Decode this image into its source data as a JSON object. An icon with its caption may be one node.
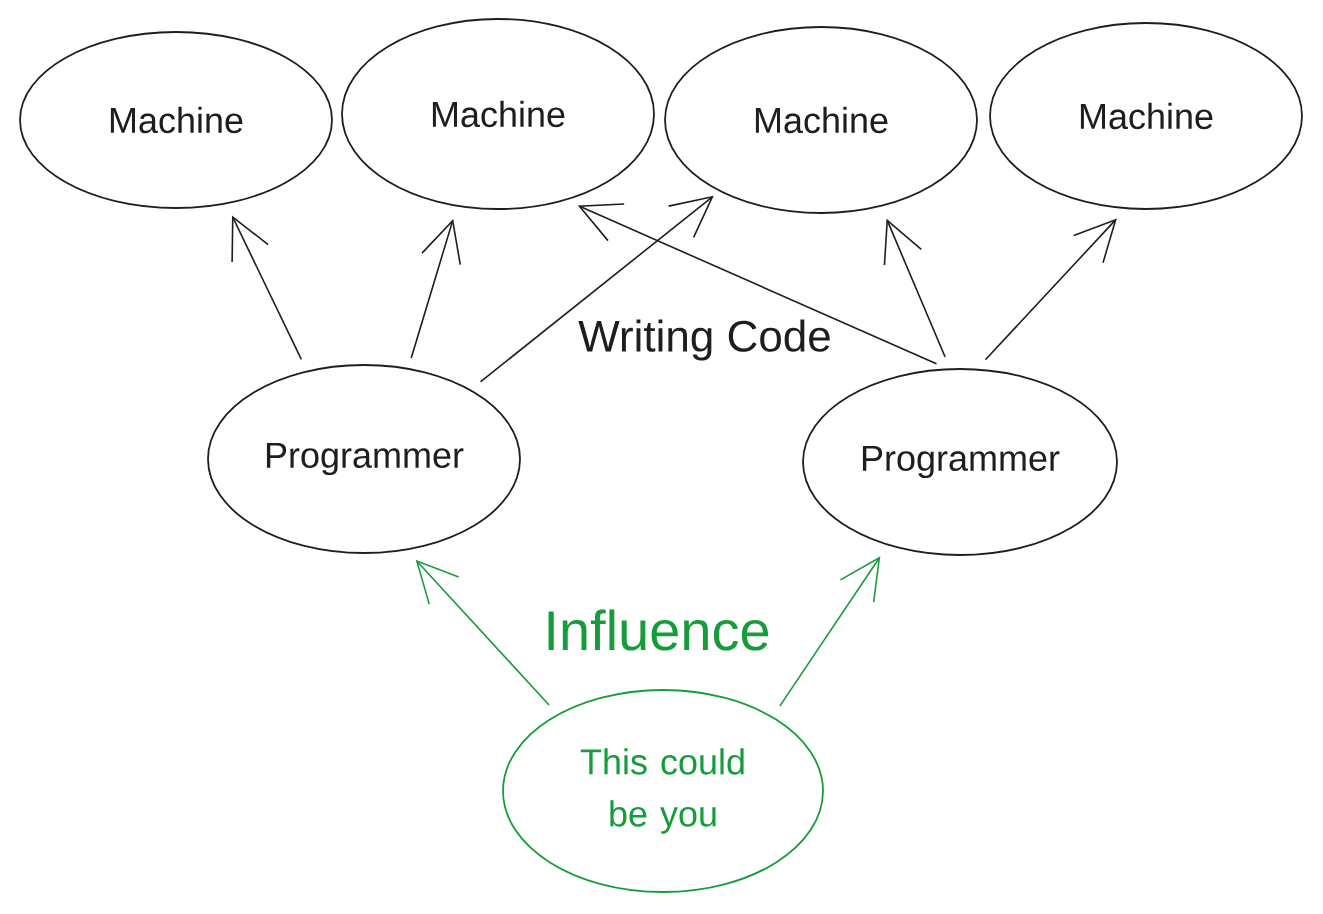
{
  "diagram": {
    "nodes": [
      {
        "text": [
          "Machine"
        ]
      },
      {
        "text": [
          "Machine"
        ]
      },
      {
        "text": [
          "Machine"
        ]
      },
      {
        "text": [
          "Machine"
        ]
      },
      {
        "text": [
          "Programmer"
        ]
      },
      {
        "text": [
          "Programmer"
        ]
      },
      {
        "text": [
          "This could be you"
        ]
      }
    ],
    "edges": [
      {
        "from": 4,
        "to": 0,
        "arrow": "to"
      },
      {
        "from": 4,
        "to": 1,
        "arrow": "to"
      },
      {
        "from": 4,
        "to": 2,
        "arrow": "to"
      },
      {
        "from": 5,
        "to": 1,
        "arrow": "to"
      },
      {
        "from": 5,
        "to": 2,
        "arrow": "to"
      },
      {
        "from": 5,
        "to": 3,
        "arrow": "to"
      },
      {
        "from": 6,
        "to": 4,
        "arrow": "to",
        "color": "#179c3c"
      },
      {
        "from": 6,
        "to": 5,
        "arrow": "to",
        "color": "#179c3c"
      }
    ],
    "labels": [
      "Writing Code",
      "Influence"
    ]
  }
}
